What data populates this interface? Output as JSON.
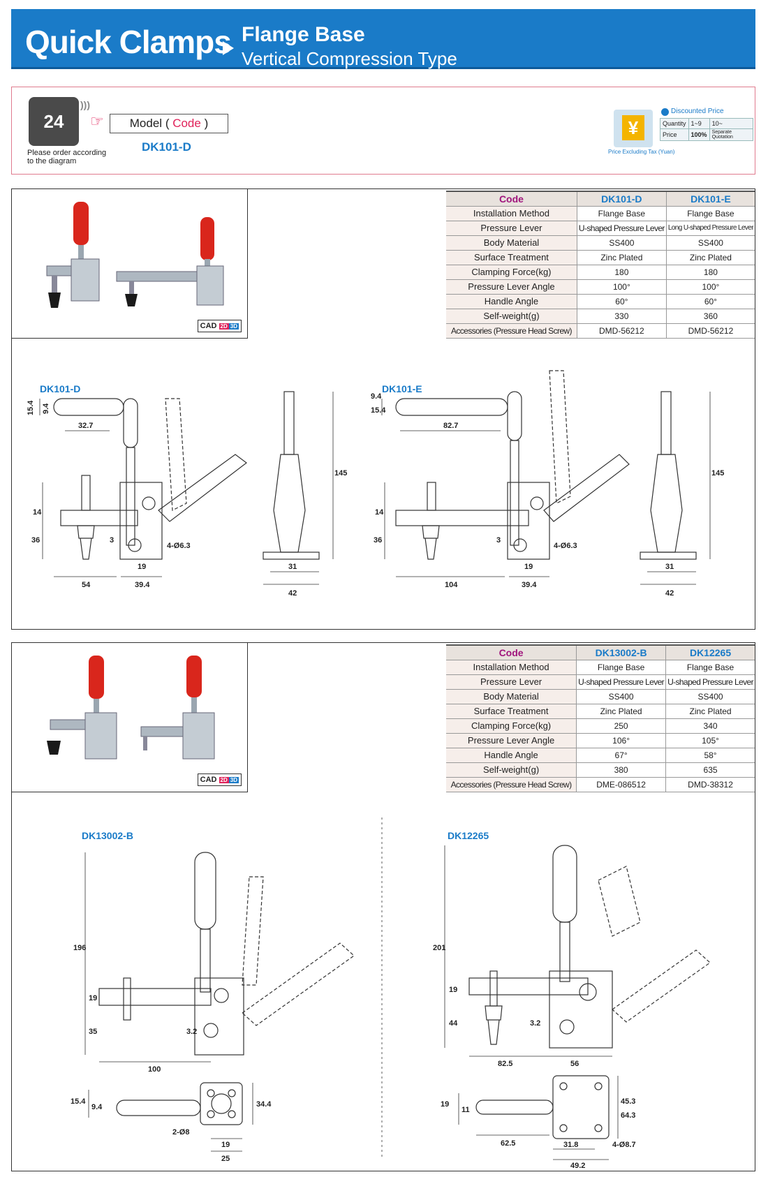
{
  "header": {
    "category": "Quick Clamps",
    "subtitle_line1": "Flange Base",
    "subtitle_line2": "Vertical Compression Type"
  },
  "order_info": {
    "phone_badge": "24",
    "note": "Please order according to the diagram",
    "model_label": "Model",
    "code_label": "Code",
    "model_value": "DK101-D"
  },
  "price_box": {
    "currency_icon": "¥",
    "tax_note": "Price Excluding Tax (Yuan)",
    "discount_title": "Discounted Price",
    "row1": [
      "Quantity",
      "1~9",
      "10~"
    ],
    "row2": [
      "Price",
      "100%",
      "Separate Quotation"
    ]
  },
  "cad_badge": {
    "label": "CAD",
    "top": "2D",
    "bottom": "3D"
  },
  "panels": [
    {
      "table": {
        "code_header": "Code",
        "models": [
          "DK101-D",
          "DK101-E"
        ],
        "rows": [
          {
            "label": "Installation Method",
            "values": [
              "Flange Base",
              "Flange Base"
            ]
          },
          {
            "label": "Pressure Lever",
            "values": [
              "U-shaped Pressure Lever",
              "Long U-shaped Pressure Lever"
            ]
          },
          {
            "label": "Body Material",
            "values": [
              "SS400",
              "SS400"
            ]
          },
          {
            "label": "Surface Treatment",
            "values": [
              "Zinc Plated",
              "Zinc Plated"
            ]
          },
          {
            "label": "Clamping Force(kg)",
            "values": [
              "180",
              "180"
            ]
          },
          {
            "label": "Pressure Lever Angle",
            "values": [
              "100°",
              "100°"
            ]
          },
          {
            "label": "Handle Angle",
            "values": [
              "60°",
              "60°"
            ]
          },
          {
            "label": "Self-weight(g)",
            "values": [
              "330",
              "360"
            ]
          },
          {
            "label": "Accessories (Pressure Head Screw)",
            "values": [
              "DMD-56212",
              "DMD-56212"
            ]
          }
        ]
      },
      "drawings": [
        {
          "label": "DK101-D",
          "dims": [
            "15.4",
            "9.4",
            "32.7",
            "14",
            "36",
            "3",
            "19",
            "54",
            "39.4",
            "4-Ø6.3",
            "145",
            "31",
            "42"
          ]
        },
        {
          "label": "DK101-E",
          "dims": [
            "9.4",
            "15.4",
            "82.7",
            "14",
            "36",
            "3",
            "19",
            "104",
            "39.4",
            "4-Ø6.3",
            "145",
            "31",
            "42"
          ]
        }
      ]
    },
    {
      "table": {
        "code_header": "Code",
        "models": [
          "DK13002-B",
          "DK12265"
        ],
        "rows": [
          {
            "label": "Installation Method",
            "values": [
              "Flange Base",
              "Flange Base"
            ]
          },
          {
            "label": "Pressure Lever",
            "values": [
              "U-shaped Pressure Lever",
              "U-shaped Pressure Lever"
            ]
          },
          {
            "label": "Body Material",
            "values": [
              "SS400",
              "SS400"
            ]
          },
          {
            "label": "Surface Treatment",
            "values": [
              "Zinc Plated",
              "Zinc Plated"
            ]
          },
          {
            "label": "Clamping Force(kg)",
            "values": [
              "250",
              "340"
            ]
          },
          {
            "label": "Pressure Lever Angle",
            "values": [
              "106°",
              "105°"
            ]
          },
          {
            "label": "Handle Angle",
            "values": [
              "67°",
              "58°"
            ]
          },
          {
            "label": "Self-weight(g)",
            "values": [
              "380",
              "635"
            ]
          },
          {
            "label": "Accessories (Pressure Head Screw)",
            "values": [
              "DME-086512",
              "DMD-38312"
            ]
          }
        ]
      },
      "drawings": [
        {
          "label": "DK13002-B",
          "dims": [
            "196",
            "19",
            "35",
            "3.2",
            "100",
            "15.4",
            "9.4",
            "34.4",
            "2-Ø8",
            "19",
            "25"
          ]
        },
        {
          "label": "DK12265",
          "dims": [
            "201",
            "19",
            "44",
            "3.2",
            "82.5",
            "56",
            "19",
            "11",
            "62.5",
            "45.3",
            "64.3",
            "31.8",
            "49.2",
            "4-Ø8.7"
          ]
        }
      ]
    }
  ]
}
